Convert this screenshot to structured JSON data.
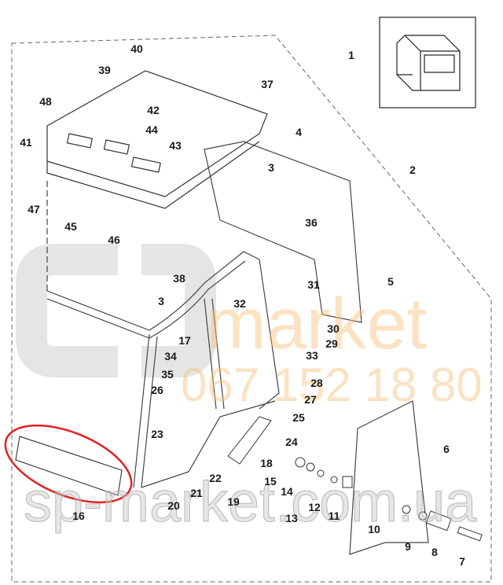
{
  "diagram": {
    "callouts": [
      "1",
      "2",
      "3",
      "3",
      "4",
      "5",
      "6",
      "7",
      "8",
      "9",
      "10",
      "11",
      "12",
      "13",
      "14",
      "15",
      "16",
      "17",
      "18",
      "19",
      "20",
      "21",
      "22",
      "23",
      "24",
      "25",
      "26",
      "27",
      "28",
      "29",
      "30",
      "31",
      "32",
      "33",
      "34",
      "35",
      "36",
      "37",
      "38",
      "39",
      "40",
      "41",
      "42",
      "43",
      "44",
      "45",
      "46",
      "47",
      "48"
    ],
    "highlight_color": "#e02020",
    "watermark": {
      "logo": "CO",
      "brand": "market",
      "phone": "067 152 18 80",
      "site": "sp-market.com.ua"
    }
  }
}
